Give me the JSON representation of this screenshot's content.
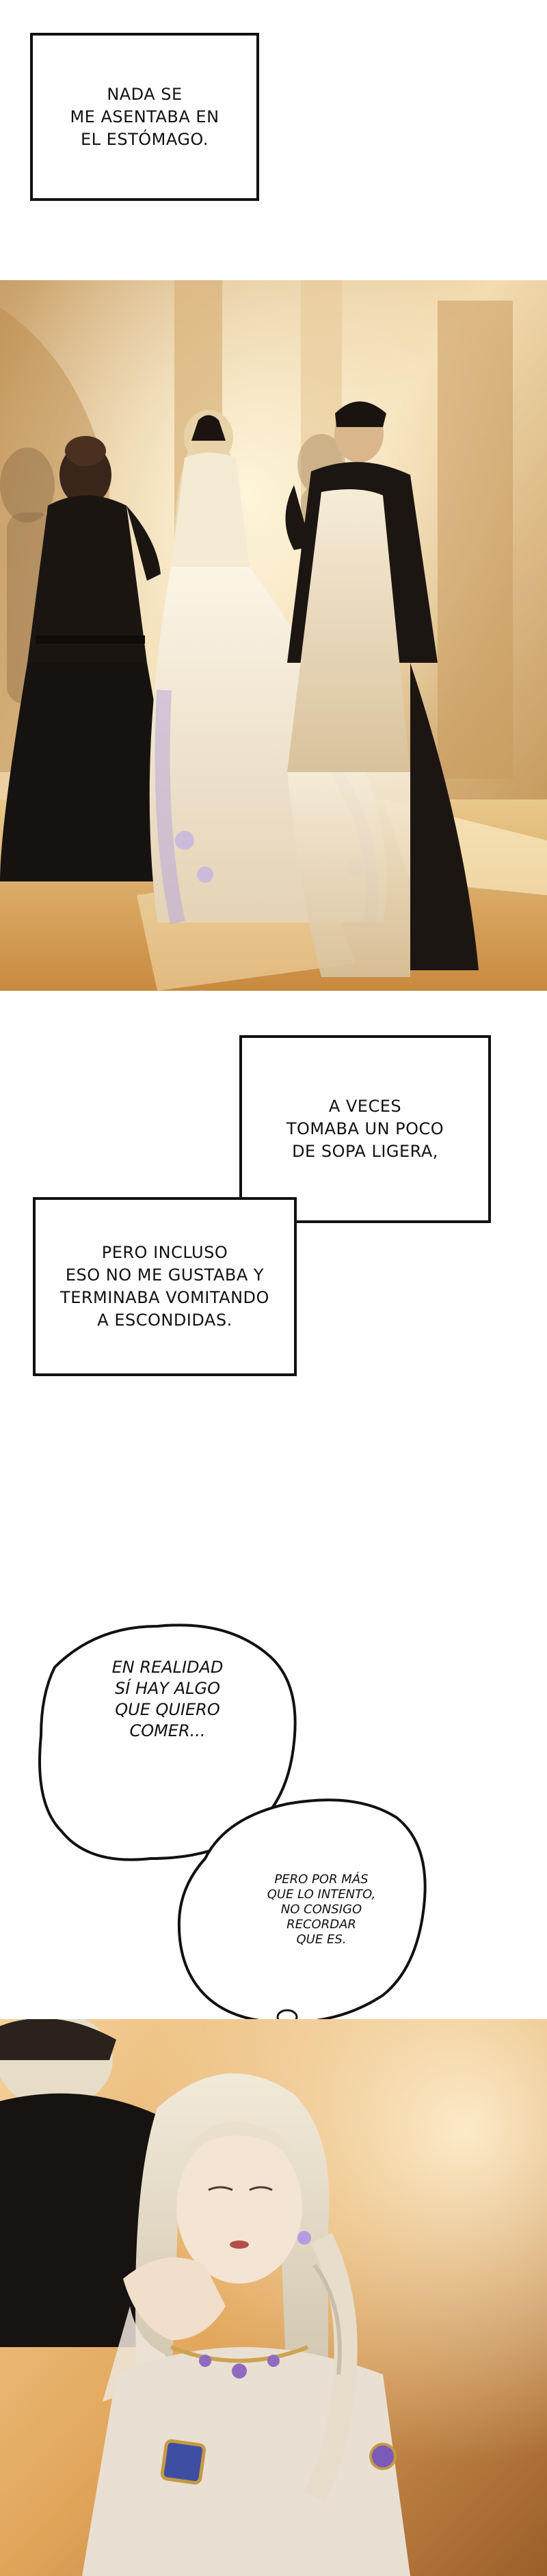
{
  "captions": {
    "caption1": "NADA SE\nME ASENTABA EN\nEL ESTÓMAGO.",
    "caption2": "A VECES\nTOMABA UN POCO\nDE SOPA LIGERA,",
    "caption3": "PERO INCLUSO\nESO NO ME GUSTABA Y\nTERMINABA VOMITANDO\nA ESCONDIDAS."
  },
  "bubbles": {
    "bubble1": "EN REALIDAD\nSÍ HAY ALGO\nQUE QUIERO\nCOMER...",
    "bubble2": "PERO POR MÁS\nQUE LO INTENTO,\nNO CONSIGO\nRECORDAR\nQUE ES."
  },
  "panels": {
    "panel1": "ballroom scene: two maids in black dresses with white aprons attend a woman in a white flowered gown",
    "panel2": "close-up of a pale-haired woman with ringlet curls and jewelled necklace, hand near mouth, man in black behind"
  }
}
